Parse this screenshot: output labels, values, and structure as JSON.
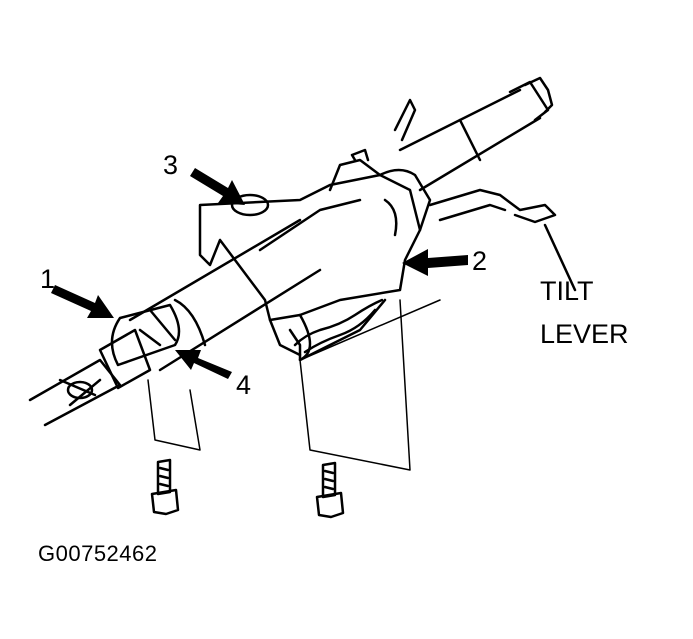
{
  "diagram": {
    "callouts": [
      {
        "id": "1",
        "label": "1"
      },
      {
        "id": "2",
        "label": "2"
      },
      {
        "id": "3",
        "label": "3"
      },
      {
        "id": "4",
        "label": "4"
      }
    ],
    "part_labels": {
      "tilt": "TILT",
      "lever": "LEVER"
    },
    "figure_id": "G00752462",
    "colors": {
      "ink": "#000000",
      "background": "#ffffff"
    }
  }
}
